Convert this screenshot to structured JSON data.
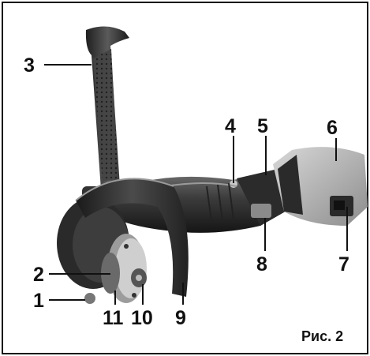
{
  "figure": {
    "caption": "Рис. 2",
    "callouts": [
      {
        "id": "1",
        "label": "1"
      },
      {
        "id": "2",
        "label": "2"
      },
      {
        "id": "3",
        "label": "3"
      },
      {
        "id": "4",
        "label": "4"
      },
      {
        "id": "5",
        "label": "5"
      },
      {
        "id": "6",
        "label": "6"
      },
      {
        "id": "7",
        "label": "7"
      },
      {
        "id": "8",
        "label": "8"
      },
      {
        "id": "9",
        "label": "9"
      },
      {
        "id": "10",
        "label": "10"
      },
      {
        "id": "11",
        "label": "11"
      }
    ]
  },
  "colors": {
    "ink": "#111111",
    "tool_dark": "#3a3a3a",
    "tool_mid": "#6b6b6b",
    "battery": "#b9b9b9"
  }
}
